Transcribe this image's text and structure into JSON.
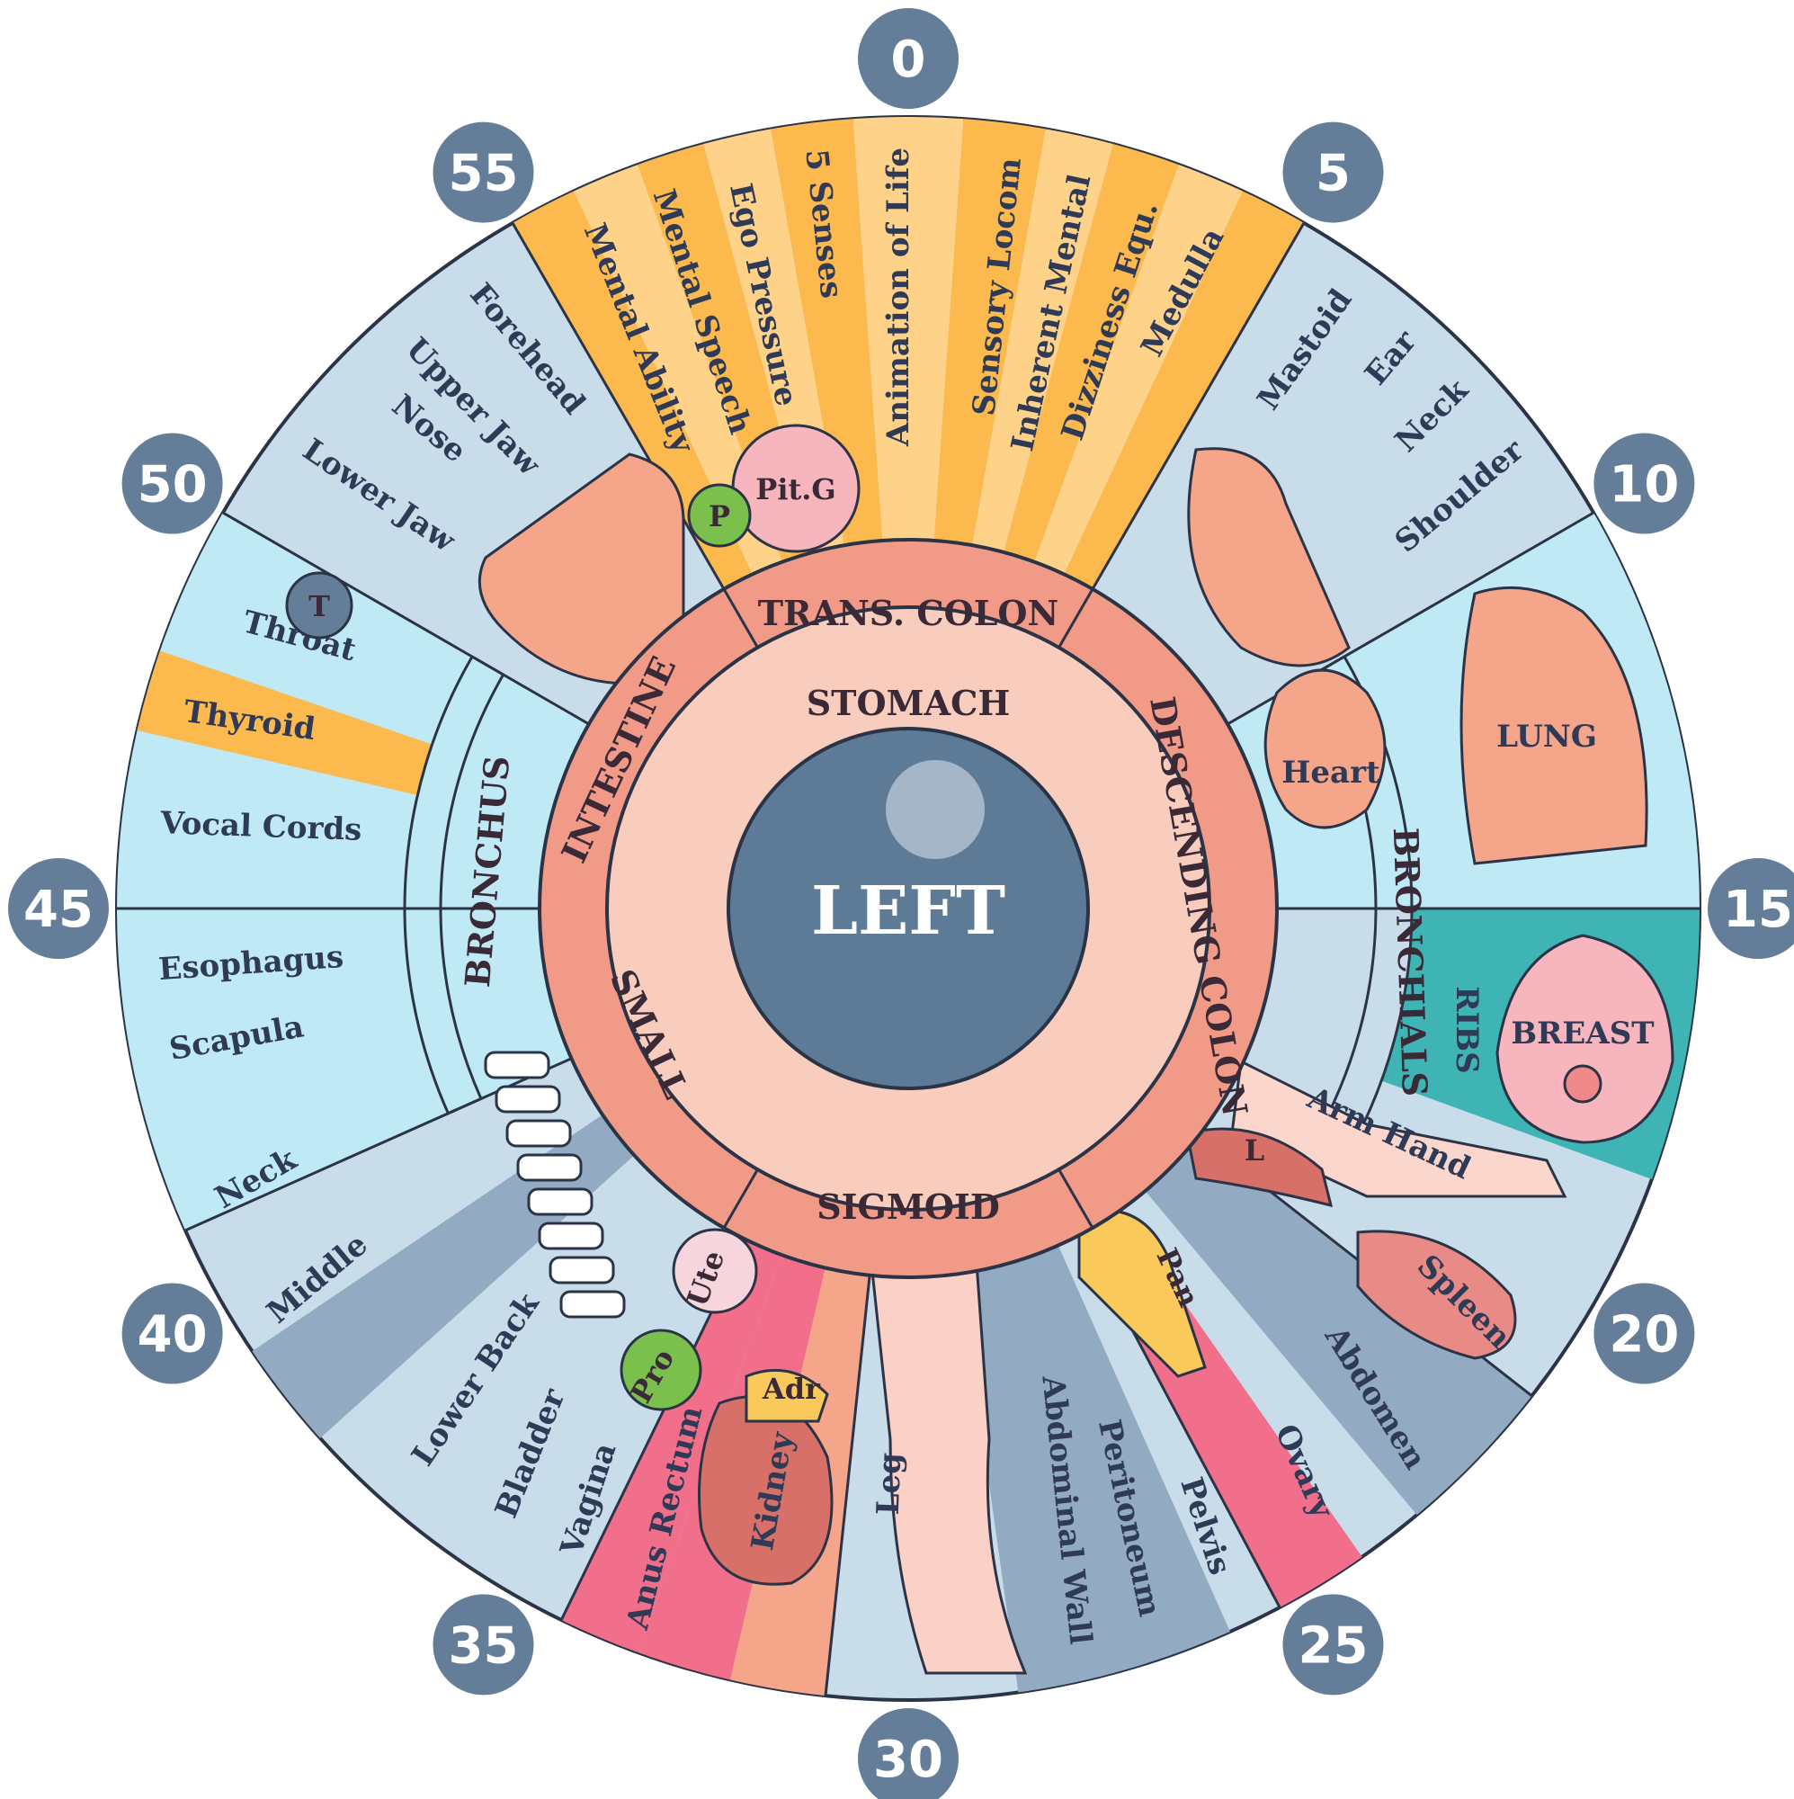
{
  "title": "LEFT",
  "colors": {
    "outline": "#2b3446",
    "badge": "#647d99",
    "blue_light": "#c9dcea",
    "blue_mid": "#93abc2",
    "cyan": "#bfe9f5",
    "orange": "#fcb94e",
    "orange_light": "#ffd28a",
    "pink": "#f26f8c",
    "salmon": "#f4a58a",
    "peach": "#f7b496",
    "teal": "#3fb4b4",
    "ring_outer": "#f19a88",
    "ring_inner": "#f9cdbd",
    "pupil": "#5d7a96"
  },
  "dial_numbers": [
    "0",
    "5",
    "10",
    "15",
    "20",
    "25",
    "30",
    "35",
    "40",
    "45",
    "50",
    "55"
  ],
  "inner_ring": {
    "stomach": "STOMACH",
    "trans_colon": "TRANS. COLON",
    "descending_colon": "DESCENDING COLON",
    "sigmoid": "SIGMOID",
    "intestine": "INTESTINE",
    "small": "SMALL",
    "bronchus": "BRONCHUS",
    "bronchials": "BRONCHIALS"
  },
  "zones": {
    "brain": [
      "Mental Ability",
      "Mental Speech",
      "Ego Pressure",
      "5 Senses",
      "Animation of Life",
      "Sensory Locom",
      "Inherent Mental",
      "Dizziness Equ.",
      "Medulla"
    ],
    "head_right": [
      "Mastoid",
      "Ear",
      "Neck",
      "Shoulder"
    ],
    "head_left": [
      "Forehead",
      "Upper Jaw",
      "Nose",
      "Lower Jaw"
    ],
    "throat": [
      "Throat",
      "Thyroid",
      "Vocal Cords",
      "Esophagus",
      "Scapula"
    ],
    "back": [
      "Neck",
      "Middle",
      "Lower Back"
    ],
    "urogenital": [
      "Bladder",
      "Vagina",
      "Anus Rectum",
      "Kidney",
      "Leg"
    ],
    "abdomen": [
      "Abdominal Wall",
      "Peritoneum",
      "Pelvis",
      "Ovary",
      "Abdomen"
    ],
    "chest": [
      "LUNG",
      "BREAST",
      "RIBS",
      "Heart",
      "Arm Hand",
      "Spleen"
    ]
  },
  "organ_tags": {
    "pituitary": "Pit.G",
    "pineal": "P",
    "thymus": "T",
    "uterus": "Ute",
    "prostate": "Pro",
    "adrenal": "Adr",
    "pancreas": "Pan",
    "liver": "L"
  }
}
